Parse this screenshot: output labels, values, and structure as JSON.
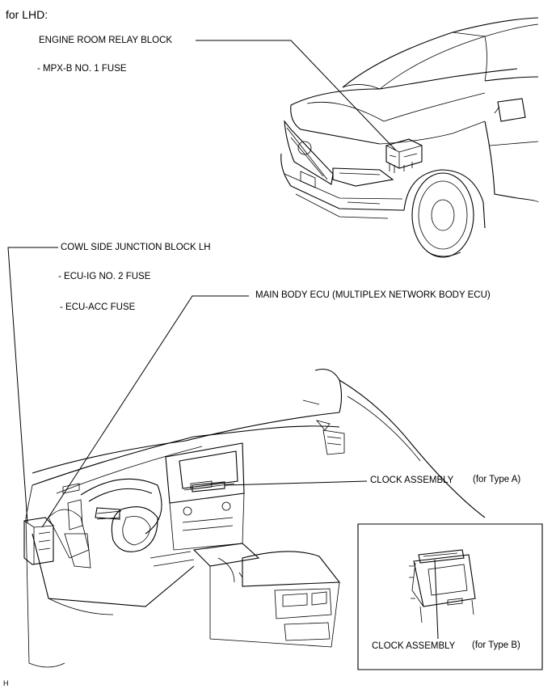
{
  "header": {
    "title": "for LHD:"
  },
  "labels": {
    "engine_room_relay_block": "ENGINE ROOM RELAY BLOCK",
    "mpx_b_fuse": "- MPX-B NO. 1 FUSE",
    "cowl_side_junction_block": "COWL SIDE JUNCTION BLOCK LH",
    "ecu_ig_fuse": "- ECU-IG NO. 2 FUSE",
    "ecu_acc_fuse": "- ECU-ACC FUSE",
    "main_body_ecu": "MAIN BODY ECU (MULTIPLEX NETWORK BODY ECU)",
    "clock_assembly_a": "CLOCK ASSEMBLY",
    "type_a": "(for Type A)",
    "clock_assembly_b": "CLOCK ASSEMBLY",
    "type_b": "(for Type B)"
  },
  "footer": {
    "code": "H"
  }
}
